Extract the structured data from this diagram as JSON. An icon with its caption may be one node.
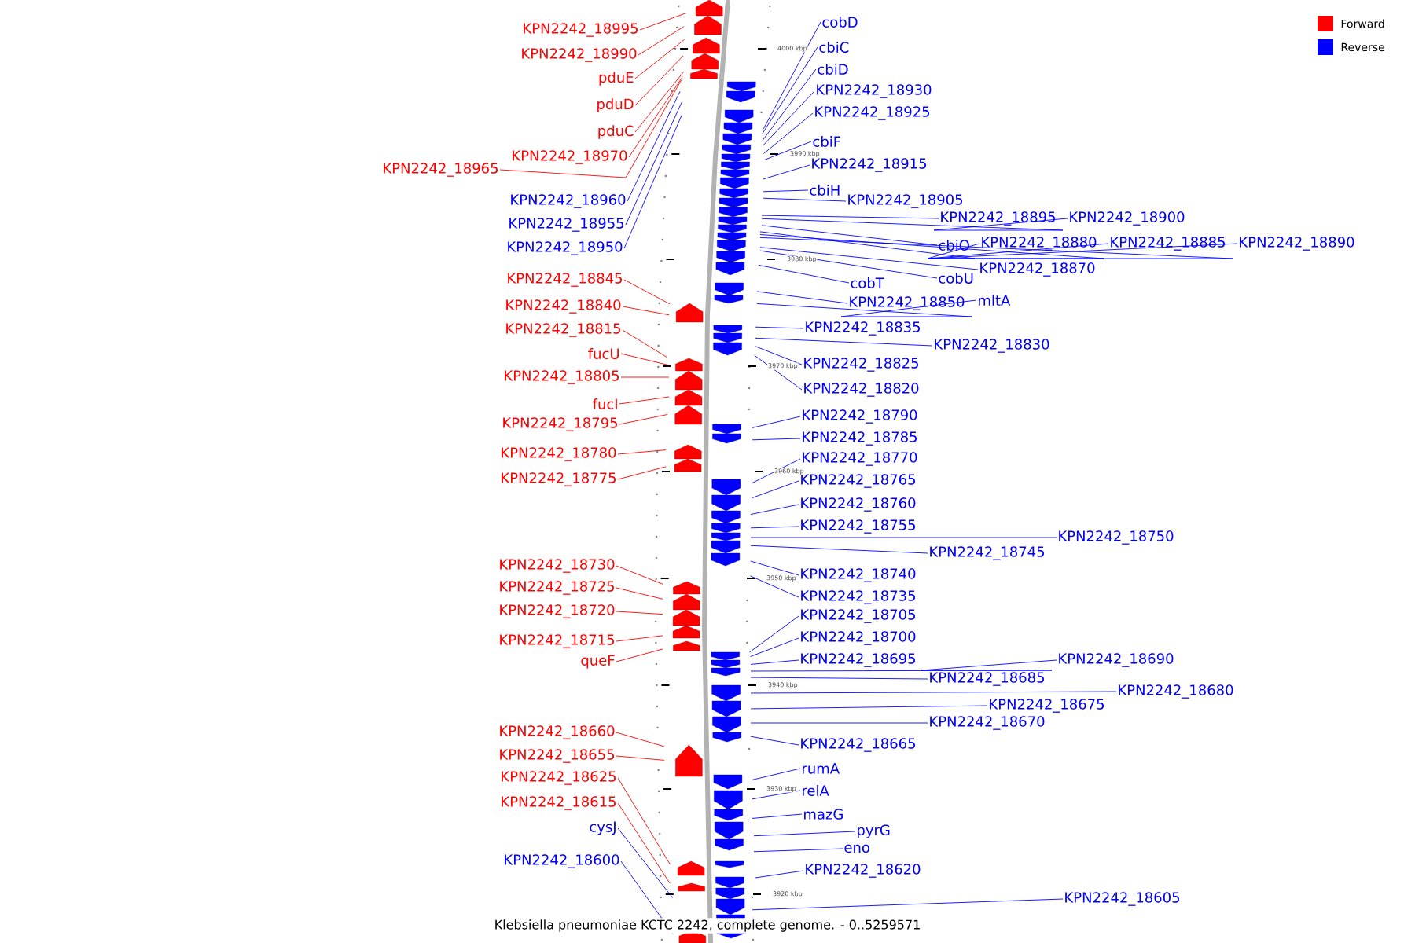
{
  "diagram": {
    "caption": "Klebsiella pneumoniae KCTC 2242, complete genome. - 0..5259571",
    "nodes": [
      {
        "text": [
          "KPN2242_18995"
        ]
      },
      {
        "text": [
          "KPN2242_18990"
        ]
      },
      {
        "text": [
          "pduE"
        ]
      },
      {
        "text": [
          "pduD"
        ]
      },
      {
        "text": [
          "pduC"
        ]
      },
      {
        "text": [
          "KPN2242_18970"
        ]
      },
      {
        "text": [
          "KPN2242_18965"
        ]
      },
      {
        "text": [
          "KPN2242_18960"
        ]
      },
      {
        "text": [
          "KPN2242_18955"
        ]
      },
      {
        "text": [
          "KPN2242_18950"
        ]
      },
      {
        "text": [
          "KPN2242_18845"
        ]
      },
      {
        "text": [
          "KPN2242_18840"
        ]
      },
      {
        "text": [
          "KPN2242_18815"
        ]
      },
      {
        "text": [
          "fucU"
        ]
      },
      {
        "text": [
          "KPN2242_18805"
        ]
      },
      {
        "text": [
          "fucI"
        ]
      },
      {
        "text": [
          "KPN2242_18795"
        ]
      },
      {
        "text": [
          "KPN2242_18780"
        ]
      },
      {
        "text": [
          "KPN2242_18775"
        ]
      },
      {
        "text": [
          "KPN2242_18730"
        ]
      },
      {
        "text": [
          "KPN2242_18725"
        ]
      },
      {
        "text": [
          "KPN2242_18720"
        ]
      },
      {
        "text": [
          "KPN2242_18715"
        ]
      },
      {
        "text": [
          "queF"
        ]
      },
      {
        "text": [
          "KPN2242_18660"
        ]
      },
      {
        "text": [
          "KPN2242_18655"
        ]
      },
      {
        "text": [
          "KPN2242_18625"
        ]
      },
      {
        "text": [
          "KPN2242_18615"
        ]
      },
      {
        "text": [
          "cysJ"
        ]
      },
      {
        "text": [
          "KPN2242_18600"
        ]
      },
      {
        "text": [
          "cobD"
        ]
      },
      {
        "text": [
          "cbiC"
        ]
      },
      {
        "text": [
          "cbiD"
        ]
      },
      {
        "text": [
          "KPN2242_18930"
        ]
      },
      {
        "text": [
          "KPN2242_18925"
        ]
      },
      {
        "text": [
          "cbiF"
        ]
      },
      {
        "text": [
          "KPN2242_18915"
        ]
      },
      {
        "text": [
          "cbiH"
        ]
      },
      {
        "text": [
          "KPN2242_18905"
        ]
      },
      {
        "text": [
          "KPN2242_18895"
        ]
      },
      {
        "text": [
          "KPN2242_18900"
        ]
      },
      {
        "text": [
          "cbiO"
        ]
      },
      {
        "text": [
          "KPN2242_18880"
        ]
      },
      {
        "text": [
          "KPN2242_18885"
        ]
      },
      {
        "text": [
          "KPN2242_18890"
        ]
      },
      {
        "text": [
          "KPN2242_18870"
        ]
      },
      {
        "text": [
          "cobU"
        ]
      },
      {
        "text": [
          "cobT"
        ]
      },
      {
        "text": [
          "KPN2242_18850"
        ]
      },
      {
        "text": [
          "mltA"
        ]
      },
      {
        "text": [
          "KPN2242_18835"
        ]
      },
      {
        "text": [
          "KPN2242_18830"
        ]
      },
      {
        "text": [
          "KPN2242_18825"
        ]
      },
      {
        "text": [
          "KPN2242_18820"
        ]
      },
      {
        "text": [
          "KPN2242_18790"
        ]
      },
      {
        "text": [
          "KPN2242_18785"
        ]
      },
      {
        "text": [
          "KPN2242_18770"
        ]
      },
      {
        "text": [
          "KPN2242_18765"
        ]
      },
      {
        "text": [
          "KPN2242_18760"
        ]
      },
      {
        "text": [
          "KPN2242_18755"
        ]
      },
      {
        "text": [
          "KPN2242_18750"
        ]
      },
      {
        "text": [
          "KPN2242_18745"
        ]
      },
      {
        "text": [
          "KPN2242_18740"
        ]
      },
      {
        "text": [
          "KPN2242_18735"
        ]
      },
      {
        "text": [
          "KPN2242_18705"
        ]
      },
      {
        "text": [
          "KPN2242_18700"
        ]
      },
      {
        "text": [
          "KPN2242_18695"
        ]
      },
      {
        "text": [
          "KPN2242_18685"
        ]
      },
      {
        "text": [
          "KPN2242_18690"
        ]
      },
      {
        "text": [
          "KPN2242_18680"
        ]
      },
      {
        "text": [
          "KPN2242_18675"
        ]
      },
      {
        "text": [
          "KPN2242_18670"
        ]
      },
      {
        "text": [
          "KPN2242_18665"
        ]
      },
      {
        "text": [
          "rumA"
        ]
      },
      {
        "text": [
          "relA"
        ]
      },
      {
        "text": [
          "mazG"
        ]
      },
      {
        "text": [
          "pyrG"
        ]
      },
      {
        "text": [
          "eno"
        ]
      },
      {
        "text": [
          "KPN2242_18620"
        ]
      },
      {
        "text": [
          "KPN2242_18605"
        ]
      }
    ],
    "edges": [
      {
        "from": 0,
        "to": null,
        "arrow": "none",
        "color": "#ff0000"
      },
      {
        "from": 1,
        "to": null,
        "arrow": "none",
        "color": "#ff0000"
      },
      {
        "from": 2,
        "to": null,
        "arrow": "none",
        "color": "#ff0000"
      },
      {
        "from": 3,
        "to": null,
        "arrow": "none",
        "color": "#ff0000"
      },
      {
        "from": 4,
        "to": null,
        "arrow": "none",
        "color": "#ff0000"
      },
      {
        "from": 5,
        "to": null,
        "arrow": "none",
        "color": "#ff0000"
      },
      {
        "from": 6,
        "to": null,
        "arrow": "none",
        "color": "#ff0000"
      },
      {
        "from": 7,
        "to": null,
        "arrow": "none"
      },
      {
        "from": 8,
        "to": null,
        "arrow": "none"
      },
      {
        "from": 9,
        "to": null,
        "arrow": "none"
      },
      {
        "from": 10,
        "to": null,
        "arrow": "none",
        "color": "#ff0000"
      },
      {
        "from": 11,
        "to": null,
        "arrow": "none",
        "color": "#ff0000"
      },
      {
        "from": 12,
        "to": null,
        "arrow": "none",
        "color": "#ff0000"
      },
      {
        "from": 13,
        "to": null,
        "arrow": "none",
        "color": "#ff0000"
      },
      {
        "from": 14,
        "to": null,
        "arrow": "none",
        "color": "#ff0000"
      },
      {
        "from": 15,
        "to": null,
        "arrow": "none",
        "color": "#ff0000"
      },
      {
        "from": 16,
        "to": null,
        "arrow": "none",
        "color": "#ff0000"
      },
      {
        "from": 17,
        "to": null,
        "arrow": "none",
        "color": "#ff0000"
      },
      {
        "from": 18,
        "to": null,
        "arrow": "none",
        "color": "#ff0000"
      },
      {
        "from": 19,
        "to": null,
        "arrow": "none",
        "color": "#ff0000"
      },
      {
        "from": 20,
        "to": null,
        "arrow": "none",
        "color": "#ff0000"
      },
      {
        "from": 21,
        "to": null,
        "arrow": "none",
        "color": "#ff0000"
      },
      {
        "from": 22,
        "to": null,
        "arrow": "none",
        "color": "#ff0000"
      },
      {
        "from": 23,
        "to": null,
        "arrow": "none",
        "color": "#ff0000"
      },
      {
        "from": 24,
        "to": null,
        "arrow": "none",
        "color": "#ff0000"
      },
      {
        "from": 25,
        "to": null,
        "arrow": "none",
        "color": "#ff0000"
      },
      {
        "from": 26,
        "to": null,
        "arrow": "none",
        "color": "#ff0000"
      },
      {
        "from": 27,
        "to": null,
        "arrow": "none",
        "color": "#ff0000"
      },
      {
        "from": 28,
        "to": null,
        "arrow": "none"
      },
      {
        "from": 29,
        "to": null,
        "arrow": "none"
      },
      {
        "from": 30,
        "to": null,
        "arrow": "none"
      },
      {
        "from": 31,
        "to": null,
        "arrow": "none"
      },
      {
        "from": 32,
        "to": null,
        "arrow": "none"
      },
      {
        "from": 33,
        "to": null,
        "arrow": "none"
      },
      {
        "from": 34,
        "to": null,
        "arrow": "none"
      },
      {
        "from": 35,
        "to": null,
        "arrow": "none"
      },
      {
        "from": 36,
        "to": null,
        "arrow": "none"
      },
      {
        "from": 37,
        "to": null,
        "arrow": "none"
      },
      {
        "from": 38,
        "to": null,
        "arrow": "none"
      },
      {
        "from": 39,
        "to": null,
        "arrow": "none"
      },
      {
        "from": 40,
        "to": null,
        "arrow": "none"
      },
      {
        "from": 41,
        "to": null,
        "arrow": "none"
      },
      {
        "from": 42,
        "to": null,
        "arrow": "none"
      },
      {
        "from": 43,
        "to": null,
        "arrow": "none"
      },
      {
        "from": 44,
        "to": null,
        "arrow": "none"
      },
      {
        "from": 45,
        "to": null,
        "arrow": "none"
      },
      {
        "from": 46,
        "to": null,
        "arrow": "none"
      },
      {
        "from": 47,
        "to": null,
        "arrow": "none"
      },
      {
        "from": 48,
        "to": null,
        "arrow": "none"
      },
      {
        "from": 49,
        "to": null,
        "arrow": "none"
      },
      {
        "from": 50,
        "to": null,
        "arrow": "none"
      },
      {
        "from": 51,
        "to": null,
        "arrow": "none"
      },
      {
        "from": 52,
        "to": null,
        "arrow": "none"
      },
      {
        "from": 53,
        "to": null,
        "arrow": "none"
      },
      {
        "from": 54,
        "to": null,
        "arrow": "none"
      },
      {
        "from": 55,
        "to": null,
        "arrow": "none"
      },
      {
        "from": 56,
        "to": null,
        "arrow": "none"
      },
      {
        "from": 57,
        "to": null,
        "arrow": "none"
      },
      {
        "from": 58,
        "to": null,
        "arrow": "none"
      },
      {
        "from": 59,
        "to": null,
        "arrow": "none"
      },
      {
        "from": 60,
        "to": null,
        "arrow": "none"
      },
      {
        "from": 61,
        "to": null,
        "arrow": "none"
      },
      {
        "from": 62,
        "to": null,
        "arrow": "none"
      },
      {
        "from": 63,
        "to": null,
        "arrow": "none"
      },
      {
        "from": 64,
        "to": null,
        "arrow": "none"
      },
      {
        "from": 65,
        "to": null,
        "arrow": "none"
      },
      {
        "from": 66,
        "to": null,
        "arrow": "none"
      },
      {
        "from": 67,
        "to": null,
        "arrow": "none"
      },
      {
        "from": 68,
        "to": null,
        "arrow": "none"
      },
      {
        "from": 69,
        "to": null,
        "arrow": "none"
      },
      {
        "from": 70,
        "to": null,
        "arrow": "none"
      },
      {
        "from": 71,
        "to": null,
        "arrow": "none"
      },
      {
        "from": 72,
        "to": null,
        "arrow": "none"
      },
      {
        "from": 73,
        "to": null,
        "arrow": "none"
      },
      {
        "from": 74,
        "to": null,
        "arrow": "none"
      },
      {
        "from": 75,
        "to": null,
        "arrow": "none"
      },
      {
        "from": 76,
        "to": null,
        "arrow": "none"
      },
      {
        "from": 77,
        "to": null,
        "arrow": "none"
      },
      {
        "from": 78,
        "to": null,
        "arrow": "none"
      },
      {
        "from": 79,
        "to": null,
        "arrow": "none"
      }
    ],
    "labels": [
      "4000 kbp",
      "3990 kbp",
      "3980 kbp",
      "3970 kbp",
      "3960 kbp",
      "3950 kbp",
      "3940 kbp",
      "3930 kbp",
      "3920 kbp"
    ],
    "legend": [
      {
        "text": "Forward",
        "color": "#ff0000"
      },
      {
        "text": "Reverse",
        "color": "#0000ff"
      }
    ]
  }
}
